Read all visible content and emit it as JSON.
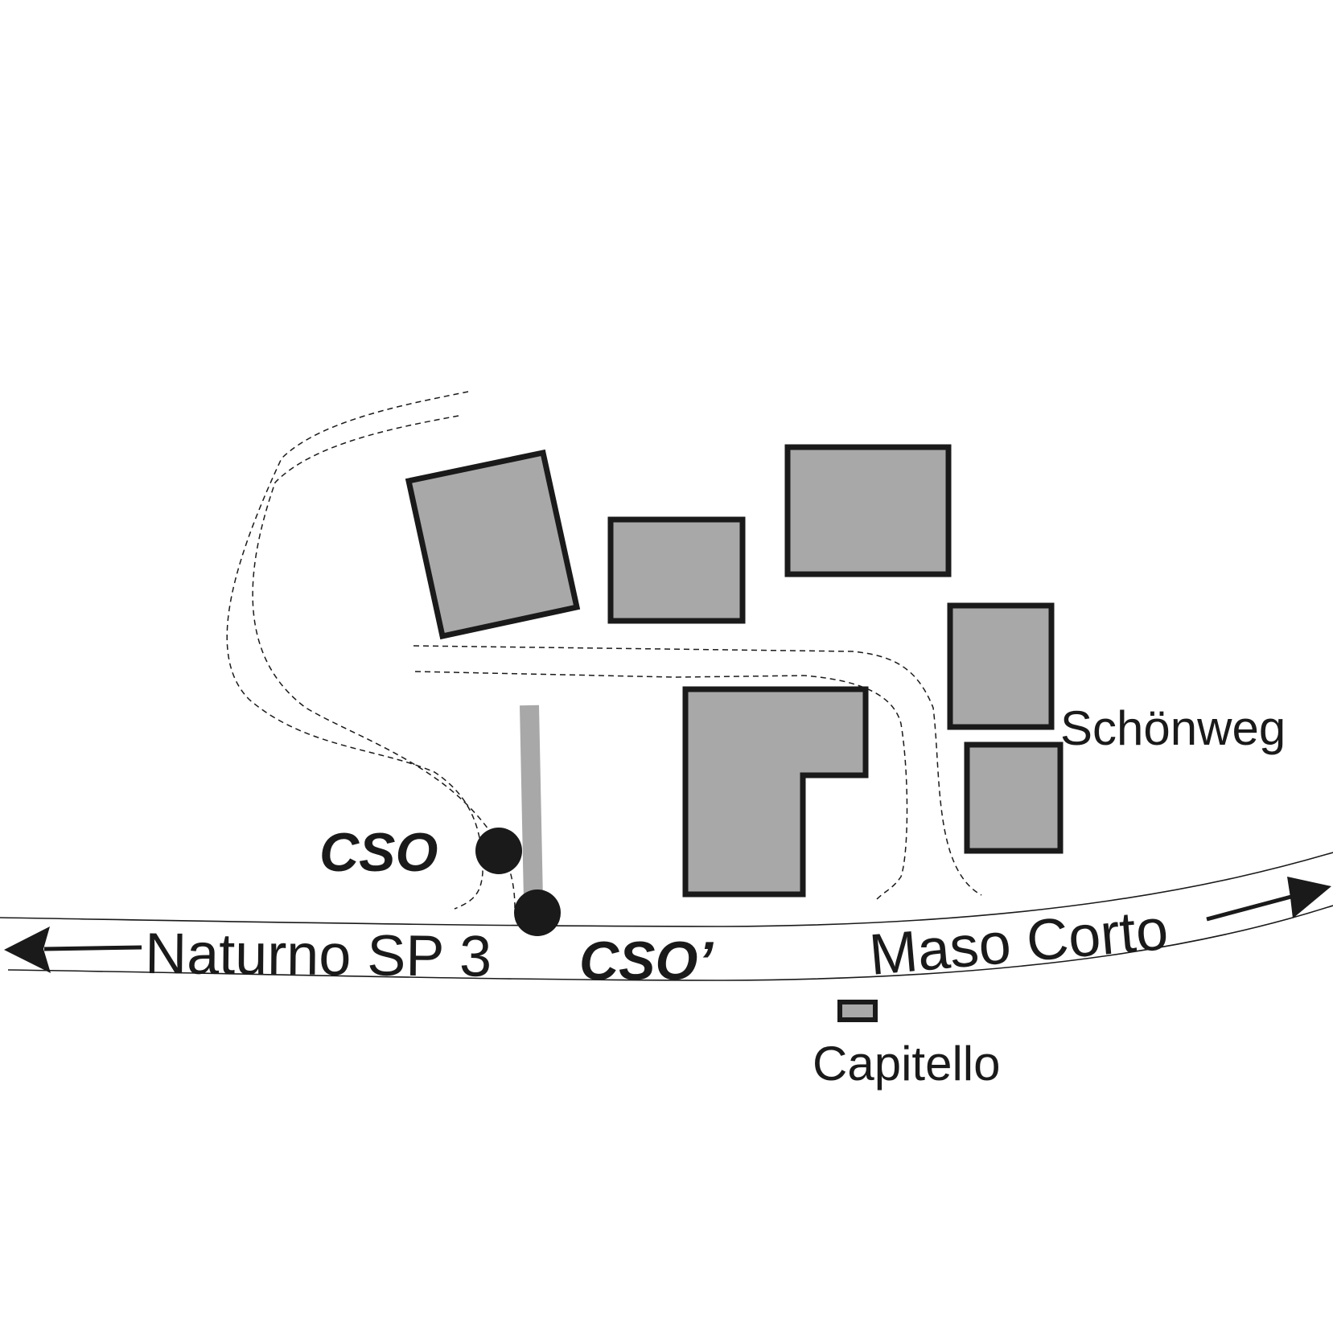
{
  "labels": {
    "road_west": "Naturno SP 3",
    "road_east": "Maso Corto",
    "cso": "CSO",
    "cso_prime": "CSO’",
    "hamlet": "Schönweg",
    "shrine": "Capitello"
  },
  "colors": {
    "building_fill": "#a8a8a8",
    "outline": "#1a1a1a",
    "conduit": "#a8a8a8",
    "background": "#ffffff"
  },
  "legend_icons": {
    "cso_marker": "filled-circle",
    "road_direction": "arrow"
  }
}
